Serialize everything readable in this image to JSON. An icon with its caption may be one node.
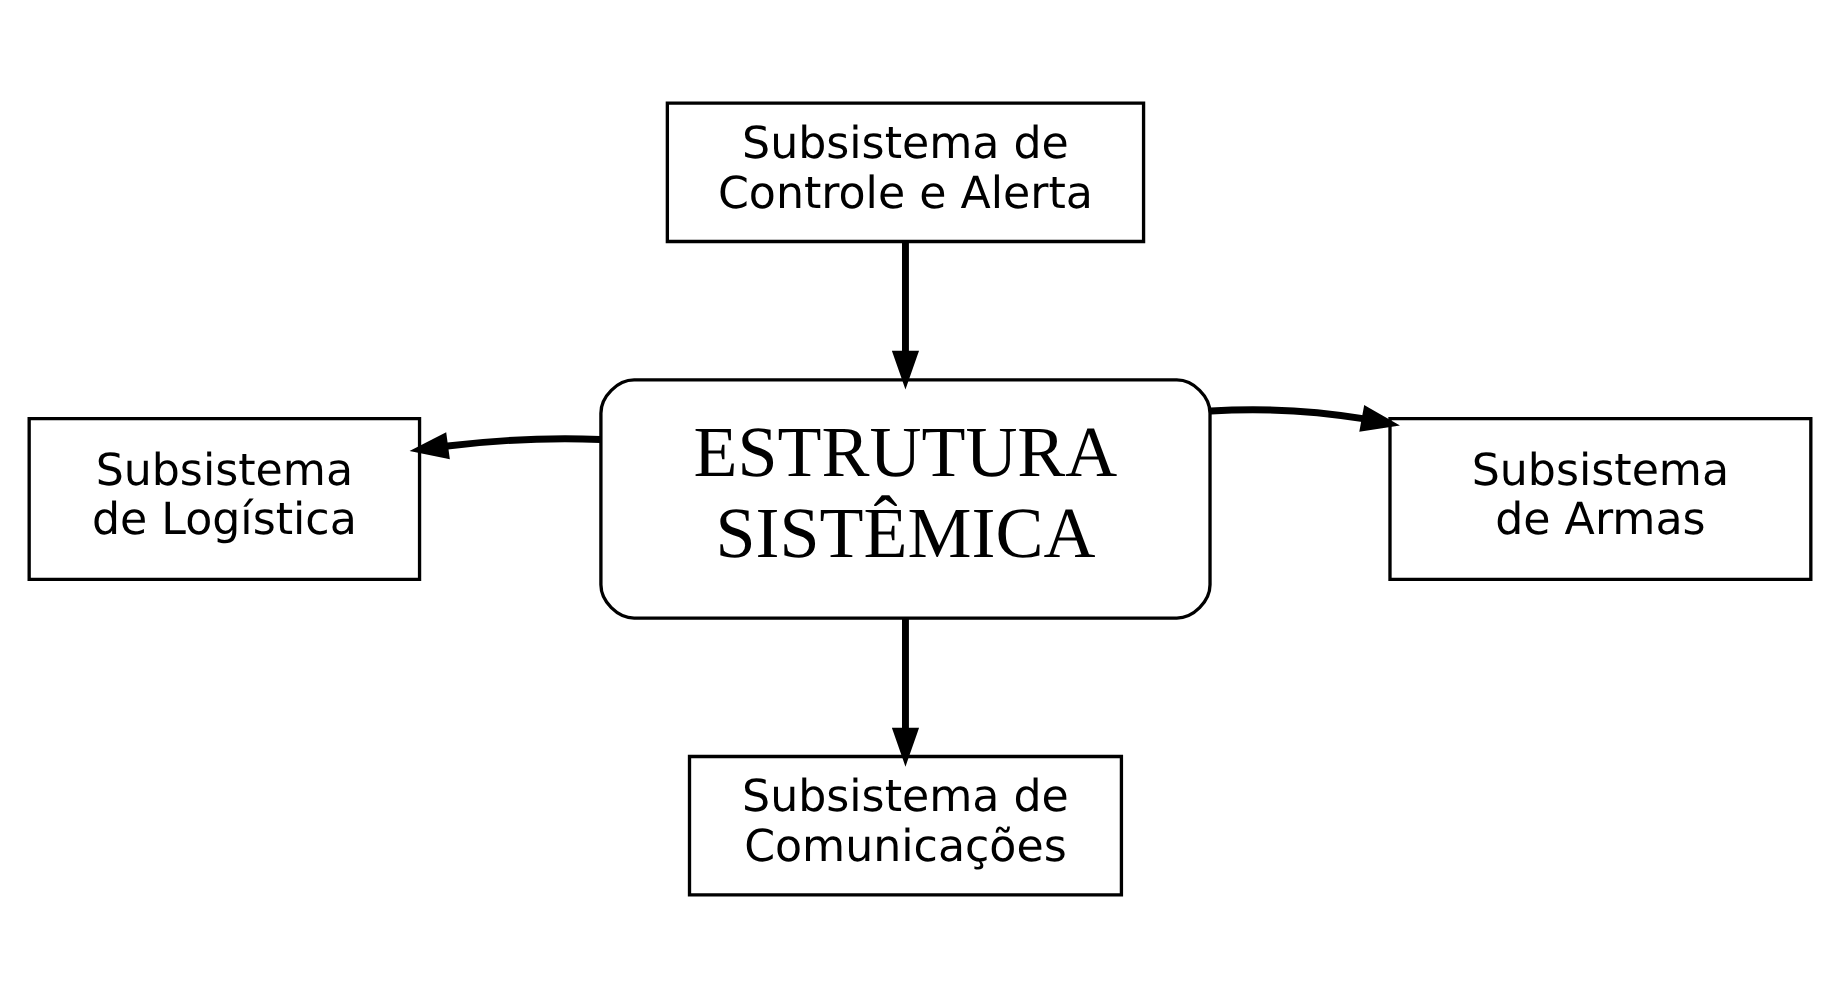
{
  "diagram": {
    "nodes": [
      {
        "text": [
          "Subsistema de Controle e Alerta"
        ]
      },
      {
        "text": [
          "Subsistema de Logística"
        ]
      },
      {
        "text": [
          "ESTRUTURA SISTÊMICA"
        ]
      },
      {
        "text": [
          "Subsistema de Armas"
        ]
      },
      {
        "text": [
          "Subsistema de Comunicações"
        ]
      }
    ],
    "edges": [
      {
        "from": 0,
        "to": 2,
        "arrow": "to"
      },
      {
        "from": 2,
        "to": 1,
        "arrow": "to"
      },
      {
        "from": 2,
        "to": 3,
        "arrow": "to"
      },
      {
        "from": 2,
        "to": 4,
        "arrow": "to"
      }
    ]
  }
}
